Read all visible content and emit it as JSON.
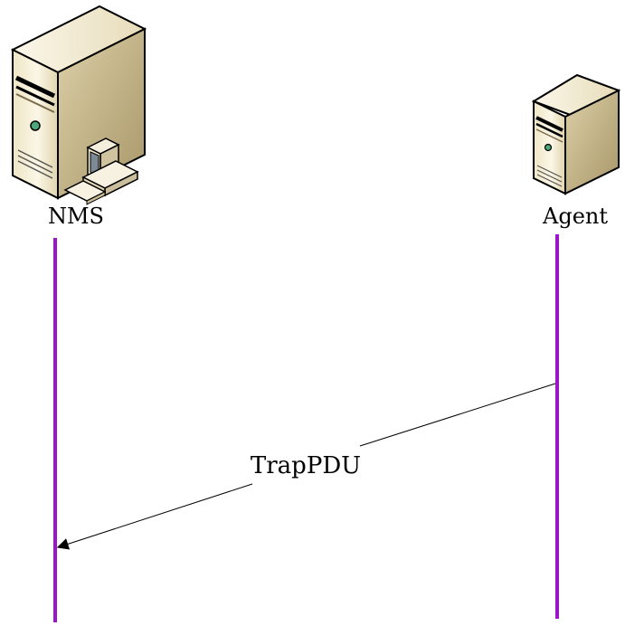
{
  "nodes": {
    "nms": {
      "label": "NMS",
      "icon": "server-with-workstation-icon"
    },
    "agent": {
      "label": "Agent",
      "icon": "server-icon"
    }
  },
  "message": {
    "label": "TrapPDU",
    "from": "Agent",
    "to": "NMS"
  },
  "colors": {
    "lifeline": "#9a16c8",
    "case_light": "#f2ead0",
    "case_side": "#d8c9a0",
    "case_dark": "#b7a57a",
    "led": "#4aa87a",
    "outline": "#000000"
  }
}
